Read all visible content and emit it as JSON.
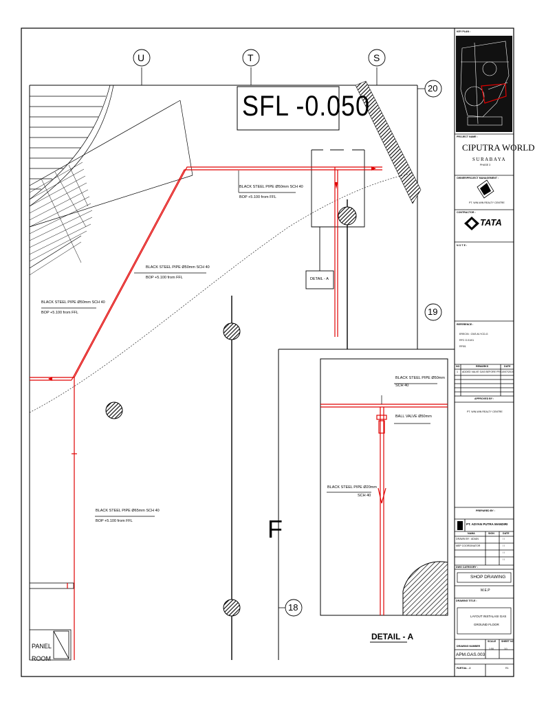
{
  "elevation_label": "SFL -0.050",
  "grid_markers": {
    "u": "U",
    "t": "T",
    "s": "S",
    "r20": "20",
    "r19": "19",
    "r18": "18"
  },
  "pipe_notes": [
    {
      "line1": "BLACK STEEL PIPE Ø50mm SCH 40",
      "line2": "BOP +5.100 from FFL"
    },
    {
      "line1": "BLACK STEEL PIPE Ø50mm SCH 40",
      "line2": "BOP +5.100 from FFL"
    },
    {
      "line1": "BLACK STEEL PIPE Ø50mm SCH 40",
      "line2": "BOP +5.100 from FFL"
    },
    {
      "line1": "BLACK STEEL PIPE Ø65mm SCH 40",
      "line2": "BOP +5.100 from FFL"
    }
  ],
  "detail_tag": "DETAIL - A",
  "detail_notes": {
    "pipe_top": "BLACK STEEL PIPE Ø50mm",
    "pipe_top_sch": "SCH 40",
    "valve": "BALL VALVE Ø50mm",
    "pipe_down": "BLACK STEEL PIPE Ø20mm",
    "pipe_down_sch": "SCH 40"
  },
  "detail_title": "DETAIL - A",
  "panel_label": "PANEL",
  "panel_label2": "ROOM",
  "zone_letter": "F",
  "title_block": {
    "key_plan_label": "KEY PLAN :",
    "project_name_label": "PROJECT NAME :",
    "project_name": "CIPUTRA WORLD",
    "project_city": "SURABAYA",
    "project_phase": "PHASE 3",
    "owner_label": "OWNER/PROJECT MANAGEMENT :",
    "owner_name": "PT. WIN-WIN REALTY CENTRE",
    "contractor_label": "CONTRACTOR :",
    "contractor_logo": "TATA",
    "note_label": "N O T E :",
    "reference_label": "REFERENCE :",
    "reference_items": [
      "ERECIN : CW3-M-YCD-G",
      "RFC G.01/01",
      "RFI01"
    ],
    "rev_headers": {
      "no": "NO",
      "remarks": "REMARKS",
      "date": "DATE"
    },
    "rev_row": {
      "no": "1",
      "remarks": "ADDED VALVE GAS BEFORE FPA",
      "date": "10/07/2019"
    },
    "approved_label": "APPROVED BY :",
    "approved_by": "PT. WIN-WIN REALTY CENTRE",
    "prepared_label": "PREPARED BY :",
    "prepared_by": "PT. ADYAN PUTRA MANDIRI",
    "sign_headers": {
      "name": "NAMA",
      "sign": "SIGN",
      "date": "DATE"
    },
    "sign_rows": [
      {
        "role": "DRAWN BY : ADIAN",
        "sign": "",
        "date": "/  /"
      },
      {
        "role": "MEP COORDINATOR",
        "sign": "",
        "date": "/  /"
      },
      {
        "role": "",
        "sign": "",
        "date": "/  /"
      },
      {
        "role": "",
        "sign": "",
        "date": "/  /"
      }
    ],
    "drawing_category_label": "DWG CATEGORY :",
    "drawing_category": "SHOP DRAWING",
    "discipline": "M.E.P",
    "drawing_title_label": "DRAWING TITLE :",
    "drawing_title_1": "LAYOUT INSTALASI GAS",
    "drawing_title_2": "GROUND FLOOR",
    "drawing_number_label": "DRAWING NUMBER",
    "scale_label": "SCALE",
    "scale_value": "1:50",
    "sheet_label": "SHEET NO",
    "sheet_value": "1/1",
    "drawing_number": "APM.GAS.003",
    "partial_label": "PARTIAL - 2",
    "revision_code": "R1"
  }
}
